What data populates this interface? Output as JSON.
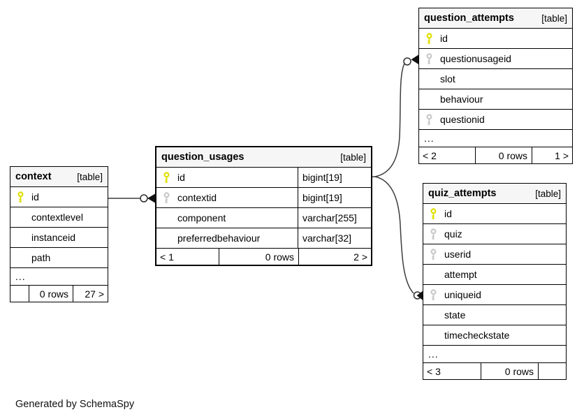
{
  "page": {
    "footer_note": "Generated by SchemaSpy"
  },
  "colors": {
    "primary_key_icon": "#dfdf05",
    "foreign_key_icon": "#c9c9c9",
    "header_background": "#f6f6f6",
    "border": "#000000",
    "relationship_line": "#3d3d3d"
  },
  "tables": [
    {
      "name": "context",
      "tag": "[table]",
      "columns": [
        {
          "name": "id",
          "key": "primary"
        },
        {
          "name": "contextlevel",
          "key": "none"
        },
        {
          "name": "instanceid",
          "key": "none"
        },
        {
          "name": "path",
          "key": "none"
        }
      ],
      "ellipsis": "...",
      "footer": {
        "prev": "",
        "rows": "0 rows",
        "next": "27 >"
      }
    },
    {
      "name": "question_usages",
      "tag": "[table]",
      "columns": [
        {
          "name": "id",
          "type": "bigint[19]",
          "key": "primary"
        },
        {
          "name": "contextid",
          "type": "bigint[19]",
          "key": "foreign"
        },
        {
          "name": "component",
          "type": "varchar[255]",
          "key": "none"
        },
        {
          "name": "preferredbehaviour",
          "type": "varchar[32]",
          "key": "none"
        }
      ],
      "footer": {
        "prev": "< 1",
        "rows": "0 rows",
        "next": "2 >"
      }
    },
    {
      "name": "question_attempts",
      "tag": "[table]",
      "columns": [
        {
          "name": "id",
          "key": "primary"
        },
        {
          "name": "questionusageid",
          "key": "foreign"
        },
        {
          "name": "slot",
          "key": "none"
        },
        {
          "name": "behaviour",
          "key": "none"
        },
        {
          "name": "questionid",
          "key": "foreign"
        }
      ],
      "ellipsis": "...",
      "footer": {
        "prev": "< 2",
        "rows": "0 rows",
        "next": "1 >"
      }
    },
    {
      "name": "quiz_attempts",
      "tag": "[table]",
      "columns": [
        {
          "name": "id",
          "key": "primary"
        },
        {
          "name": "quiz",
          "key": "foreign"
        },
        {
          "name": "userid",
          "key": "foreign"
        },
        {
          "name": "attempt",
          "key": "none"
        },
        {
          "name": "uniqueid",
          "key": "foreign"
        },
        {
          "name": "state",
          "key": "none"
        },
        {
          "name": "timecheckstate",
          "key": "none"
        }
      ],
      "ellipsis": "...",
      "footer": {
        "prev": "< 3",
        "rows": "0 rows",
        "next": ""
      }
    }
  ],
  "relationships": [
    {
      "from": "context.id",
      "to": "question_usages.contextid"
    },
    {
      "from": "question_usages.id",
      "to": "question_attempts.questionusageid"
    },
    {
      "from": "question_usages.id",
      "to": "quiz_attempts.uniqueid"
    }
  ]
}
